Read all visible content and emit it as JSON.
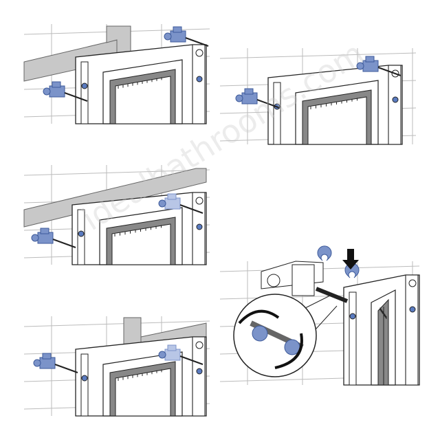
{
  "watermark": "idealbathrooms.com",
  "colors": {
    "bracket": "#7b93c9",
    "bracket_dark": "#3d5a9a",
    "beam": "#c8c8c8",
    "line": "#222222",
    "wall": "#bbbbbb"
  },
  "panels": [
    {
      "id": "step-1",
      "icon": "wall-bracket-install"
    },
    {
      "id": "step-2",
      "icon": "wall-bracket-adjust"
    },
    {
      "id": "step-3",
      "icon": "beam-bracket-install"
    },
    {
      "id": "step-4",
      "icon": "beam-bracket-adjust"
    },
    {
      "id": "detail",
      "icon": "clip-rotate-detail"
    }
  ]
}
